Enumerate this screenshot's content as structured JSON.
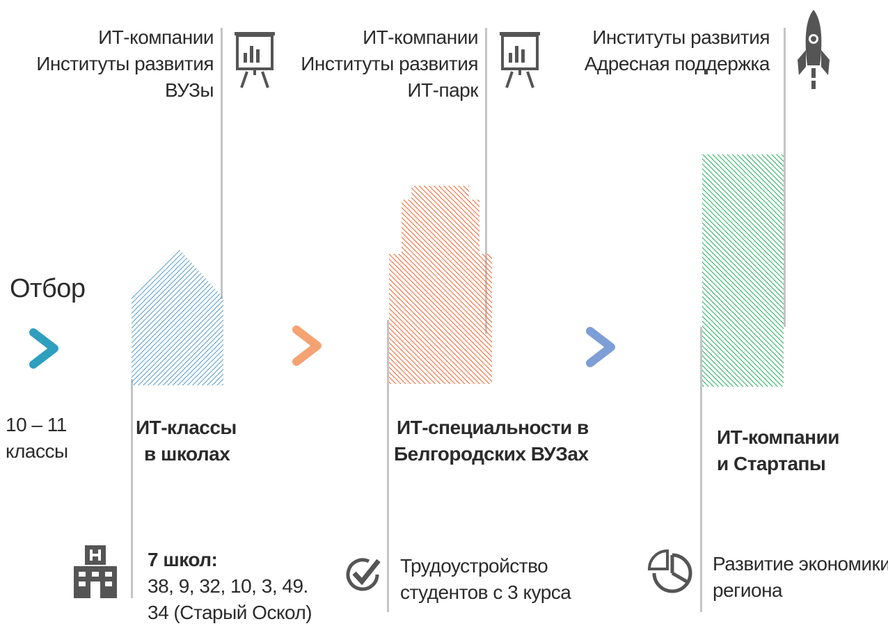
{
  "colors": {
    "stage1": "#3f8fc8",
    "stage2": "#f26b3a",
    "stage3": "#2eb366",
    "chevron1": "#2e9fbf",
    "chevron2": "#f5a273",
    "chevron3": "#7d9ed6",
    "icon": "#555555",
    "line": "#c4c4c4"
  },
  "intro": {
    "label": "Отбор",
    "grade_line1": "10 – 11",
    "grade_line2": "классы"
  },
  "stages": [
    {
      "top_lines": [
        "ИТ-компании",
        "Институты развития",
        "ВУЗы"
      ],
      "top_icon": "presentation-chart-icon",
      "title_line1": "ИТ-классы",
      "title_line2": "в школах",
      "bottom_icon": "hospital-building-icon",
      "bottom_heading": "7 школ:",
      "bottom_line1": "38, 9, 32, 10, 3, 49.",
      "bottom_line2": "34 (Старый Оскол)"
    },
    {
      "top_lines": [
        "ИТ-компании",
        "Институты развития",
        "ИТ-парк"
      ],
      "top_icon": "presentation-chart-icon",
      "title_line1": "ИТ-специальности в",
      "title_line2": "Белгородских ВУЗах",
      "bottom_icon": "checkmark-circle-icon",
      "bottom_line1": "Трудоустройство",
      "bottom_line2": "студентов с 3 курса"
    },
    {
      "top_lines": [
        "Институты развития",
        "Адресная поддержка"
      ],
      "top_icon": "rocket-icon",
      "title_line1": "ИТ-компании",
      "title_line2": "и Стартапы",
      "bottom_icon": "pie-chart-icon",
      "bottom_line1": "Развитие экономики",
      "bottom_line2": "региона"
    }
  ]
}
